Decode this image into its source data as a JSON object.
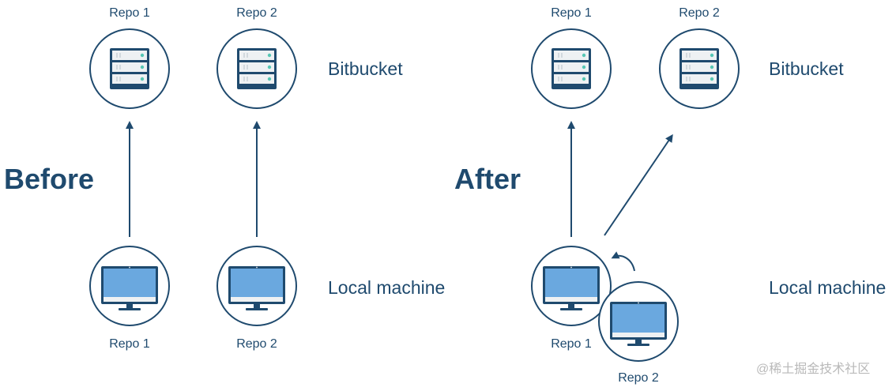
{
  "diagram": {
    "before": {
      "title": "Before",
      "remote_group_label": "Bitbucket",
      "local_group_label": "Local machine",
      "remote_repos": [
        "Repo 1",
        "Repo 2"
      ],
      "local_repos": [
        "Repo 1",
        "Repo 2"
      ]
    },
    "after": {
      "title": "After",
      "remote_group_label": "Bitbucket",
      "local_group_label": "Local machine",
      "remote_repos": [
        "Repo 1",
        "Repo 2"
      ],
      "local_repos": [
        "Repo 1",
        "Repo 2"
      ]
    },
    "watermark": "@稀土掘金技术社区"
  },
  "colors": {
    "ink": "#1f4a6e",
    "screen": "#6aa8df",
    "server_light": "#eef1f3",
    "led": "#56c7b4"
  },
  "icons": {
    "remote": "server-icon",
    "local": "desktop-icon",
    "arrow": "arrow-up-icon",
    "curved_arrow": "curved-arrow-icon"
  }
}
